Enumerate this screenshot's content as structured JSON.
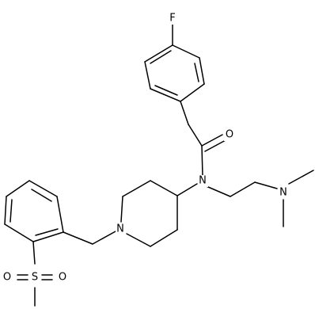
{
  "structure": {
    "atoms": {
      "fluorine": "F",
      "carbonyl_oxygen": "O",
      "amide_nitrogen": "N",
      "dimethylamino_nitrogen": "N",
      "piperidine_nitrogen": "N",
      "sulfur": "S",
      "sulfonyl_oxygen_left": "O",
      "sulfonyl_oxygen_right": "O"
    }
  },
  "colors": {
    "bond": "#000000",
    "text": "#000000",
    "background": "#ffffff"
  }
}
